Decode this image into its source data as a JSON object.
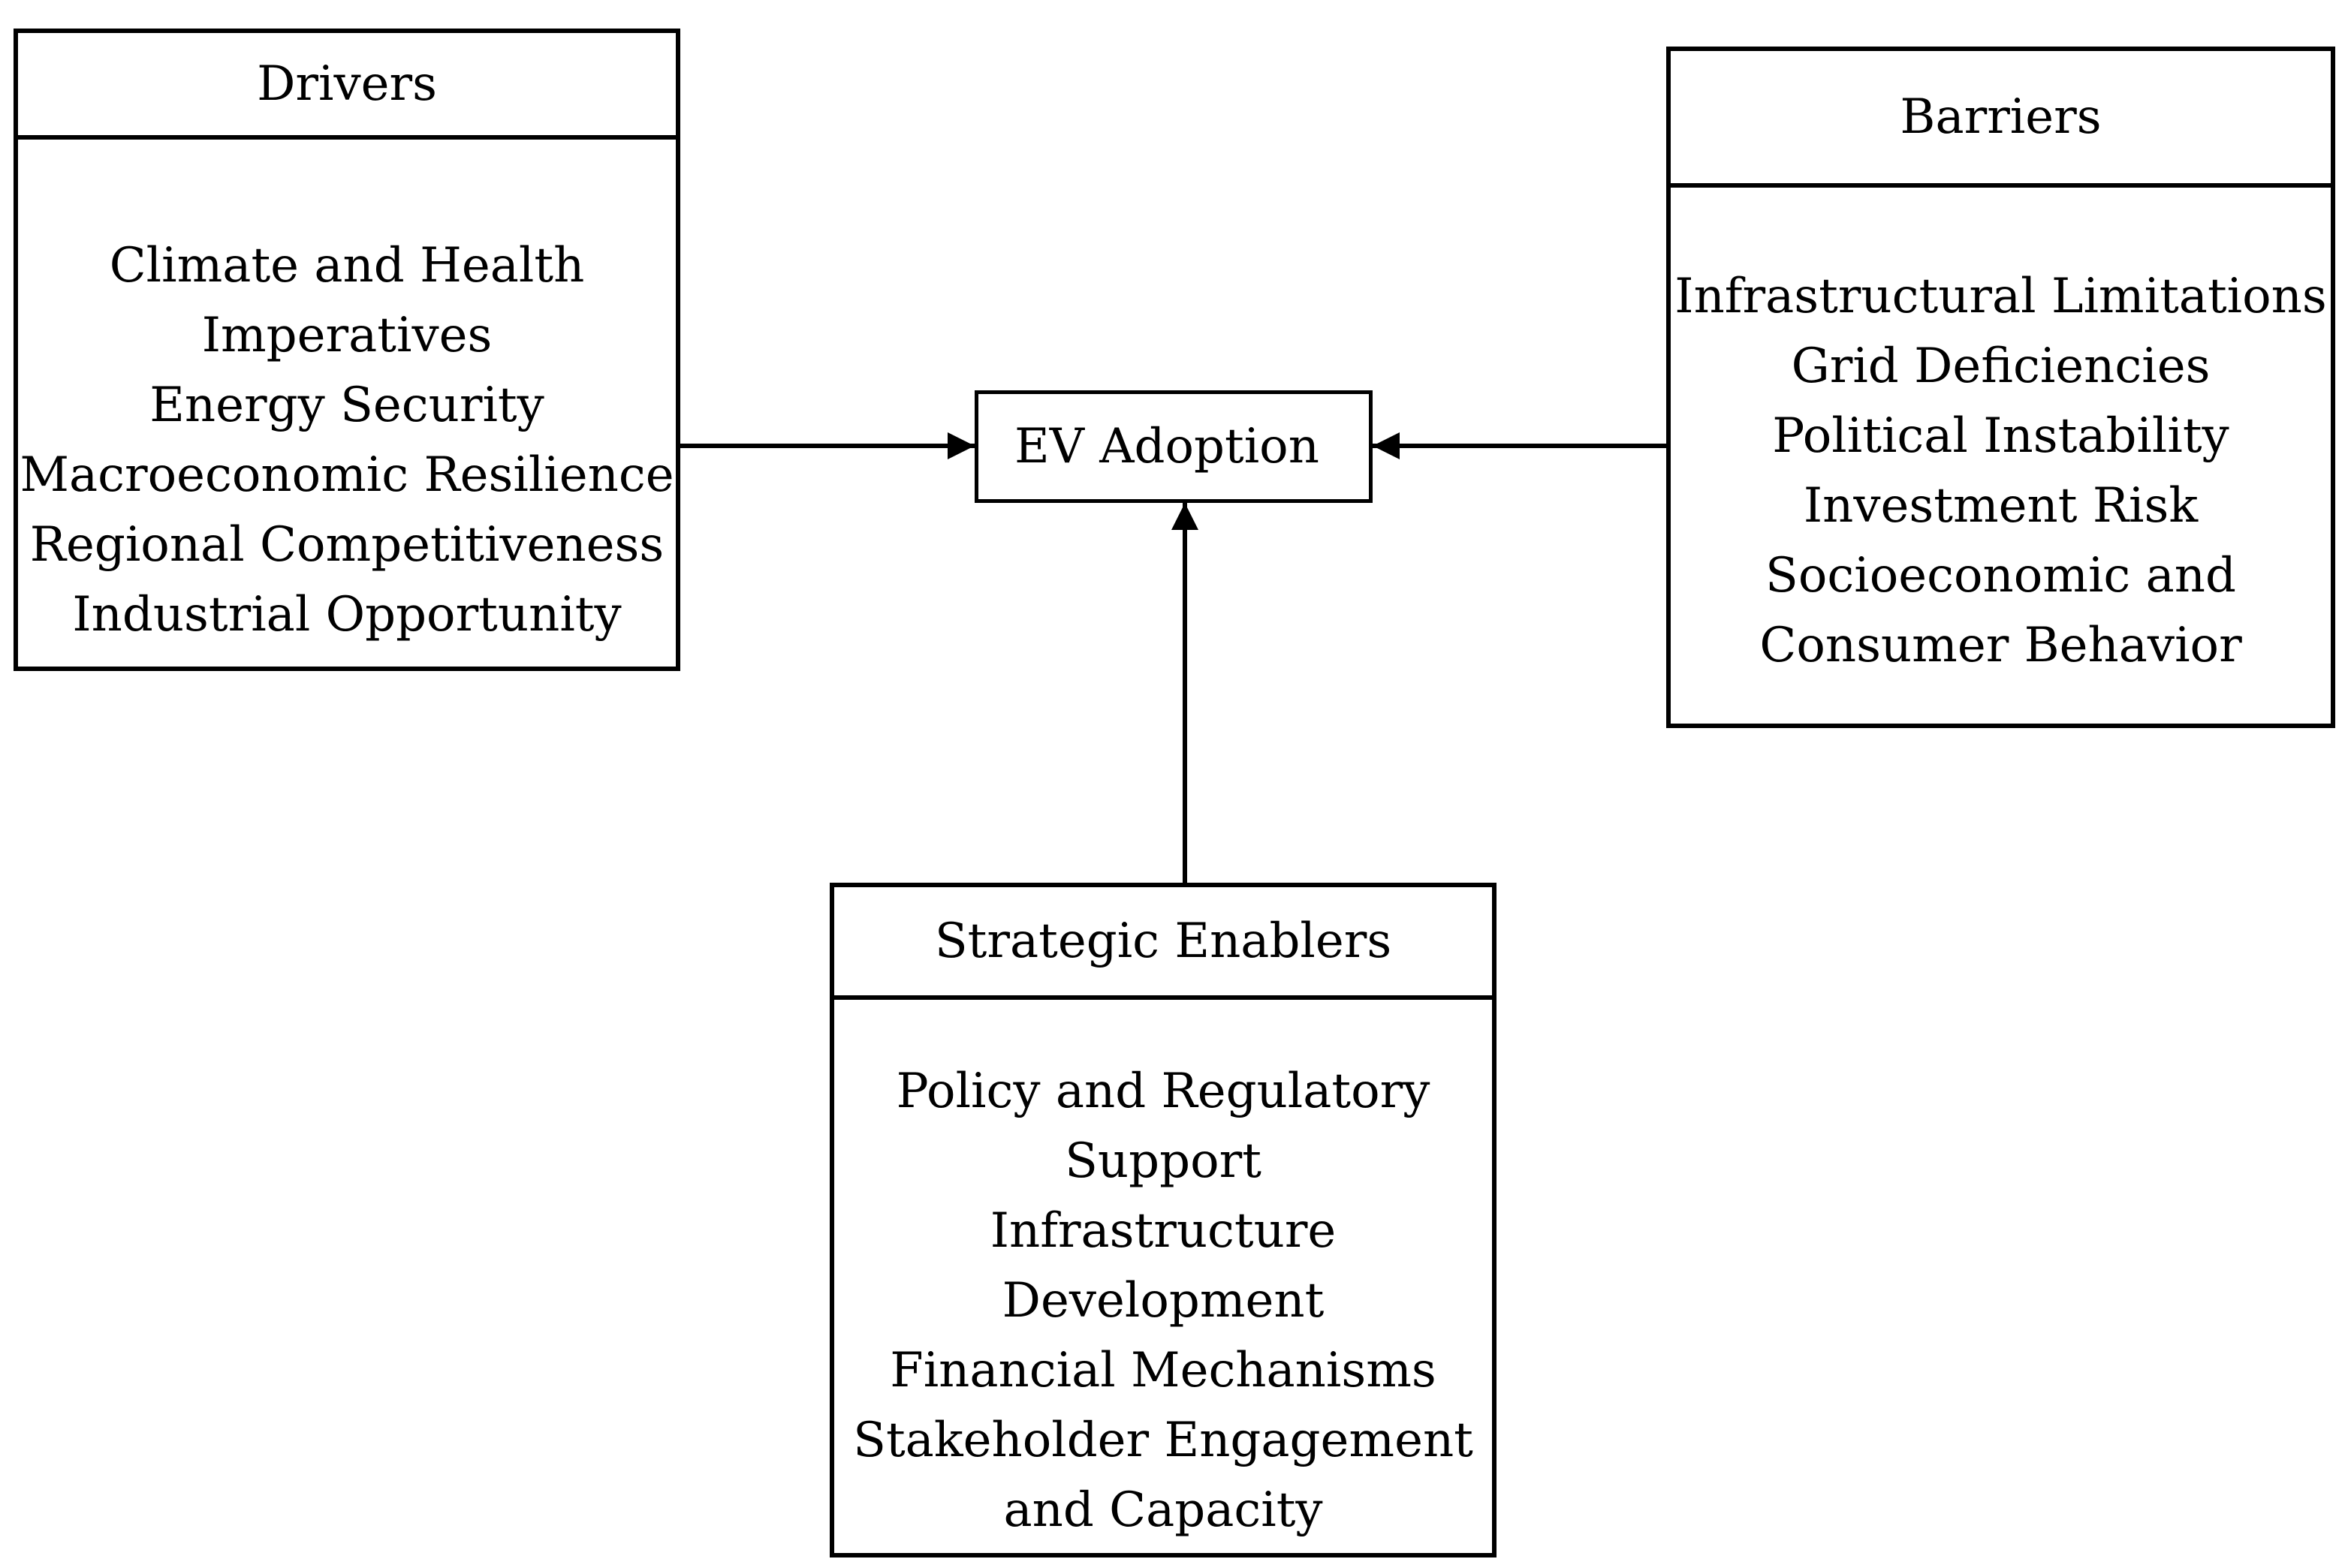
{
  "center": {
    "label": "EV Adoption"
  },
  "drivers": {
    "title": "Drivers",
    "lines": [
      "Climate and Health",
      "Imperatives",
      "Energy Security",
      "Macroeconomic Resilience",
      "Regional Competitiveness",
      "Industrial Opportunity"
    ]
  },
  "barriers": {
    "title": "Barriers",
    "lines": [
      "Infrastructural Limitations",
      "Grid Deficiencies",
      "Political Instability",
      "Investment Risk",
      "Socioeconomic and",
      "Consumer Behavior"
    ]
  },
  "enablers": {
    "title": "Strategic Enablers",
    "lines": [
      "Policy and Regulatory",
      "Support",
      "Infrastructure",
      "Development",
      "Financial Mechanisms",
      "Stakeholder Engagement",
      "and Capacity"
    ]
  }
}
